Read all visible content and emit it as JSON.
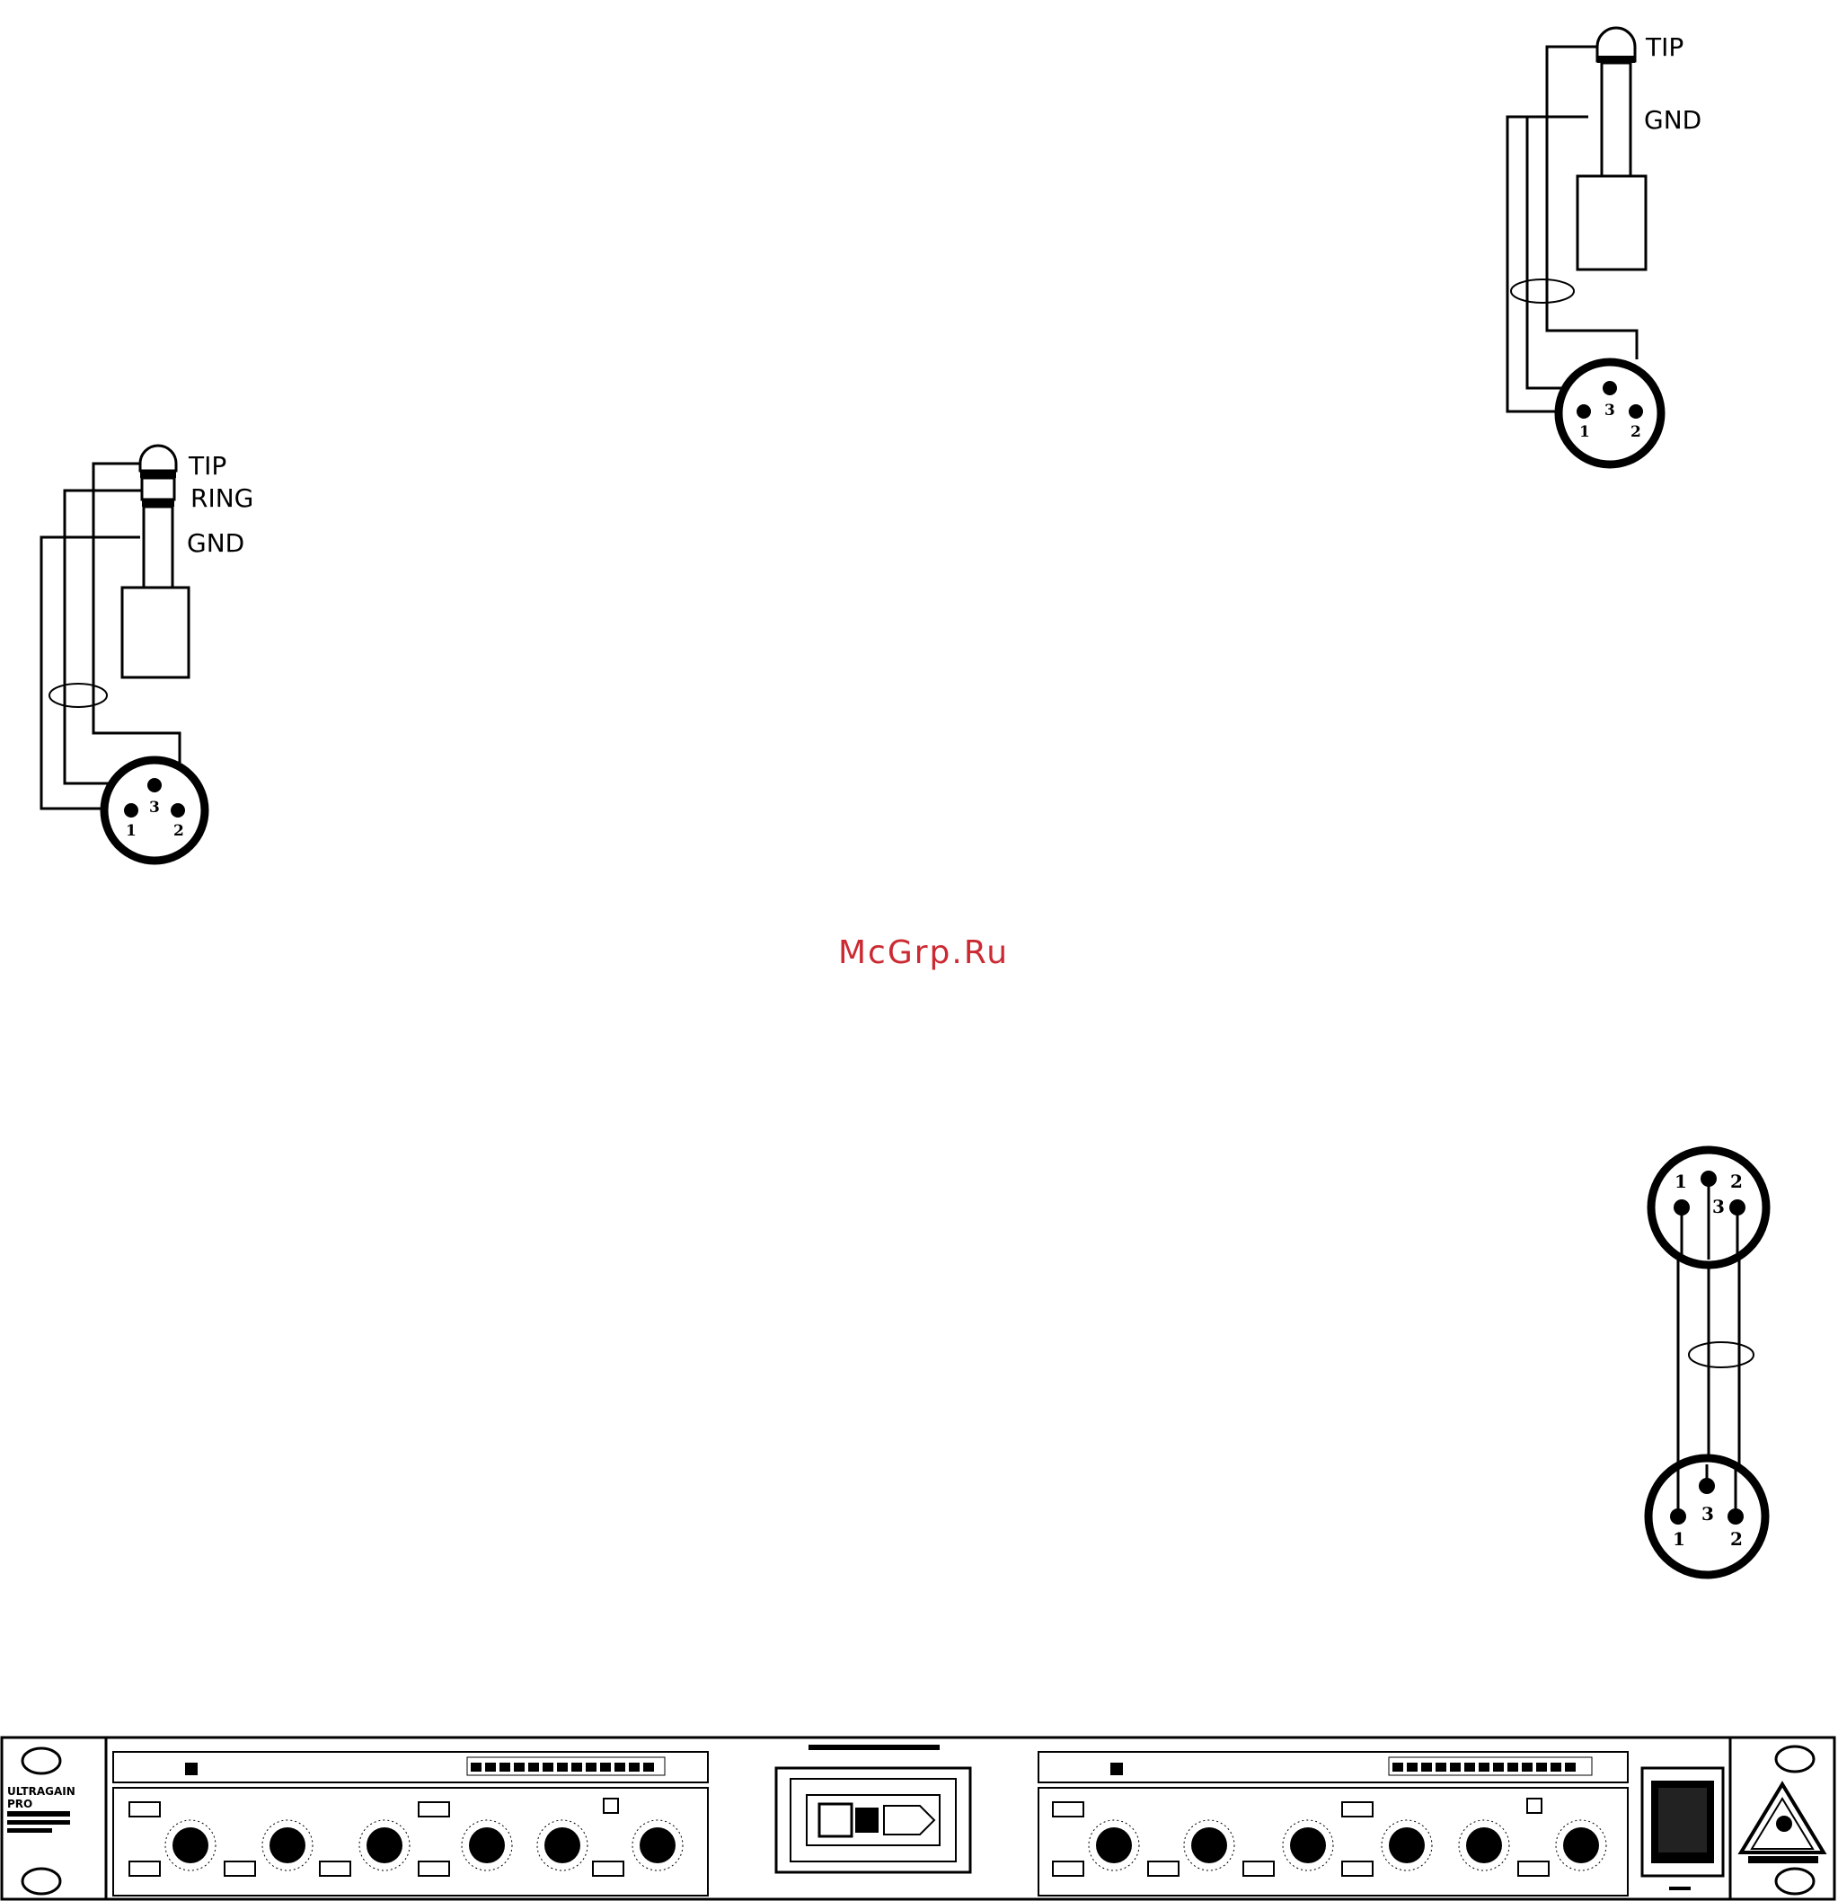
{
  "watermark": "McGrp.Ru",
  "diagram_unbalanced": {
    "labels": {
      "tip": "TIP",
      "gnd": "GND"
    },
    "xlr_pins": [
      "1",
      "3",
      "2"
    ]
  },
  "diagram_balanced": {
    "labels": {
      "tip": "TIP",
      "ring": "RING",
      "gnd": "GND"
    },
    "xlr_pins": [
      "1",
      "3",
      "2"
    ]
  },
  "diagram_xlr_to_xlr": {
    "top_pins": [
      "1",
      "3",
      "2"
    ],
    "bottom_pins": [
      "1",
      "3",
      "2"
    ]
  },
  "front_panel": {
    "logo_text": "ULTRAGAIN",
    "logo_sub": "PRO"
  }
}
